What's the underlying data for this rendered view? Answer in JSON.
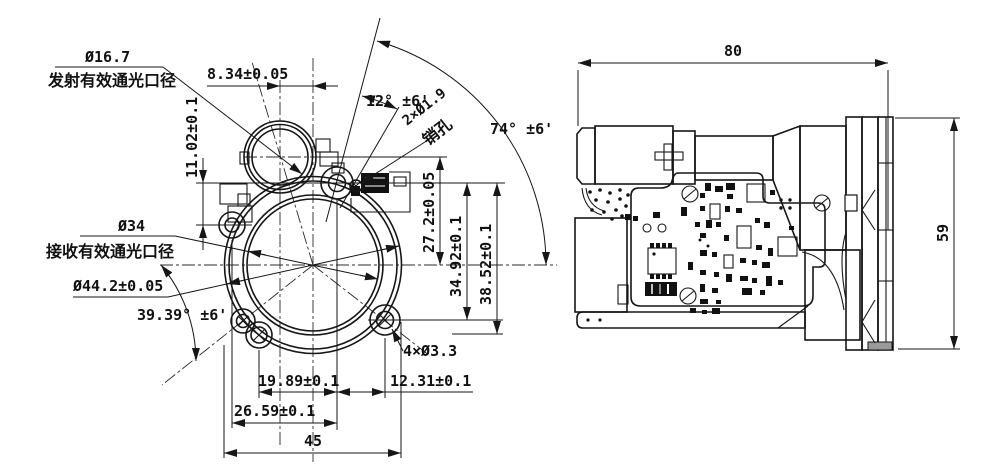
{
  "front_view": {
    "labels": {
      "transmit_dia": "Ø16.7",
      "transmit_name": "发射有效通光口径",
      "receive_dia": "Ø34",
      "receive_name": "接收有效通光口径",
      "lens_cell_dia": "Ø44.2±0.05",
      "pin_hole": "2×Ø1.9",
      "pin_hole_name": "销孔",
      "mount_holes": "4×Ø3.3"
    },
    "dimensions": {
      "d834": "8.34±0.05",
      "d1102": "11.02±0.1",
      "d272": "27.2±0.05",
      "d3492": "34.92±0.1",
      "d3852": "38.52±0.1",
      "d1989": "19.89±0.1",
      "d1231": "12.31±0.1",
      "d2659": "26.59±0.1",
      "d45": "45"
    },
    "angles": {
      "a12": "12° ±6'",
      "a74": "74° ±6'",
      "a3939": "39.39° ±6'"
    }
  },
  "side_view": {
    "dimensions": {
      "d80": "80",
      "d59": "59"
    }
  },
  "colors": {
    "line": "#161616",
    "background": "#ffffff"
  }
}
